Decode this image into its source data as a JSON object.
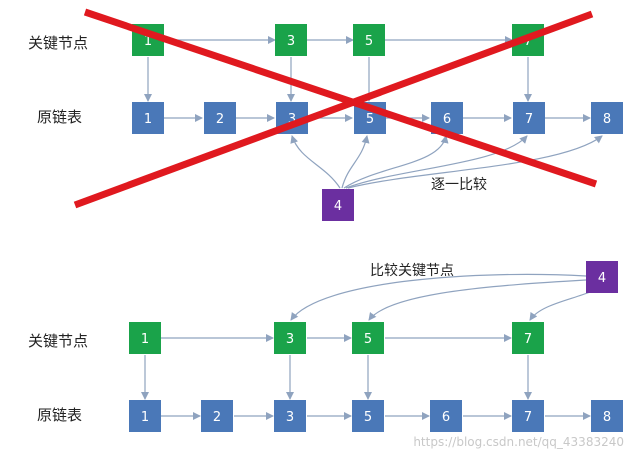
{
  "colors": {
    "key_node": "#1aa34a",
    "list_node": "#4a78b8",
    "query_node": "#6b2fa0",
    "connector": "#8fa3bf",
    "cross": "#e0191f"
  },
  "top_diagram": {
    "key_row_label": "关键节点",
    "list_row_label": "原链表",
    "key_nodes": [
      "1",
      "3",
      "5",
      "7"
    ],
    "list_nodes": [
      "1",
      "2",
      "3",
      "5",
      "6",
      "7",
      "8"
    ],
    "query_node": "4",
    "compare_label": "逐一比较",
    "crossed_out": true
  },
  "bottom_diagram": {
    "key_row_label": "关键节点",
    "list_row_label": "原链表",
    "key_nodes": [
      "1",
      "3",
      "5",
      "7"
    ],
    "list_nodes": [
      "1",
      "2",
      "3",
      "5",
      "6",
      "7",
      "8"
    ],
    "query_node": "4",
    "compare_label": "比较关键节点"
  },
  "watermark": "https://blog.csdn.net/qq_43383240"
}
